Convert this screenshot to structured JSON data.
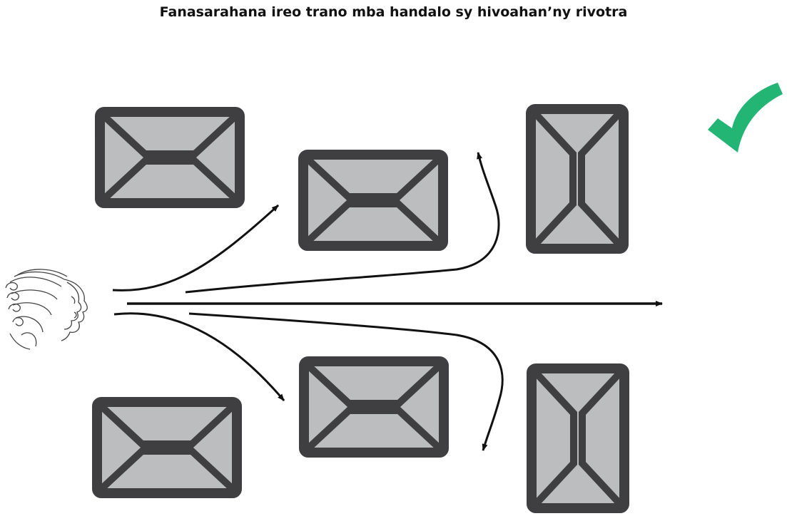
{
  "title": "Fanasarahana ireo trano mba handalo sy hivoahan’ny rivotra",
  "colors": {
    "building_frame": "#3f3f41",
    "building_fill": "#bcbdbf",
    "check": "#22b573",
    "arrow": "#111111"
  },
  "icons": {
    "wind": "wind-face-icon",
    "check": "checkmark-icon",
    "building": "building-top-view-icon"
  },
  "buildings": [
    {
      "name": "building-top-left",
      "orientation": "horizontal"
    },
    {
      "name": "building-middle-top",
      "orientation": "horizontal"
    },
    {
      "name": "building-right-top",
      "orientation": "vertical"
    },
    {
      "name": "building-bottom-left",
      "orientation": "horizontal"
    },
    {
      "name": "building-middle-bottom",
      "orientation": "horizontal"
    },
    {
      "name": "building-right-bottom",
      "orientation": "vertical"
    }
  ],
  "wind_flows": [
    {
      "name": "flow-up-left"
    },
    {
      "name": "flow-up-around"
    },
    {
      "name": "flow-straight"
    },
    {
      "name": "flow-down-around"
    },
    {
      "name": "flow-down-left"
    }
  ]
}
